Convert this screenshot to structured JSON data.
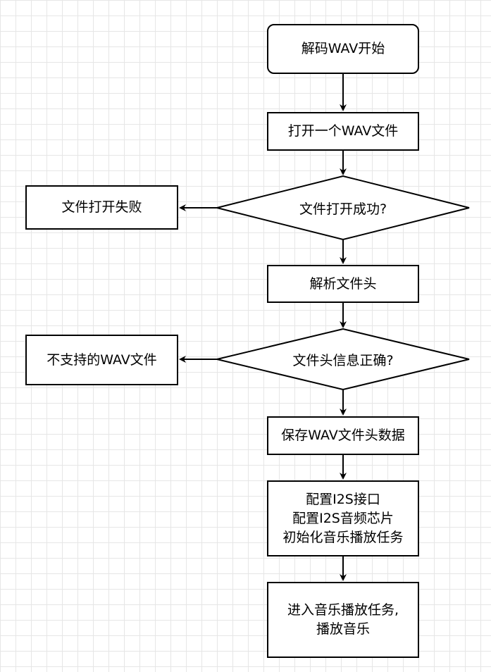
{
  "nodes": {
    "start": "解码WAV开始",
    "open_file": "打开一个WAV文件",
    "open_ok_question": "文件打开成功?",
    "open_fail": "文件打开失败",
    "parse_header": "解析文件头",
    "header_ok_question": "文件头信息正确?",
    "unsupported": "不支持的WAV文件",
    "save_header": "保存WAV文件头数据",
    "config": {
      "line1": "配置I2S接口",
      "line2": "配置I2S音频芯片",
      "line3": "初始化音乐播放任务"
    },
    "play": {
      "line1": "进入音乐播放任务,",
      "line2": "播放音乐"
    }
  }
}
